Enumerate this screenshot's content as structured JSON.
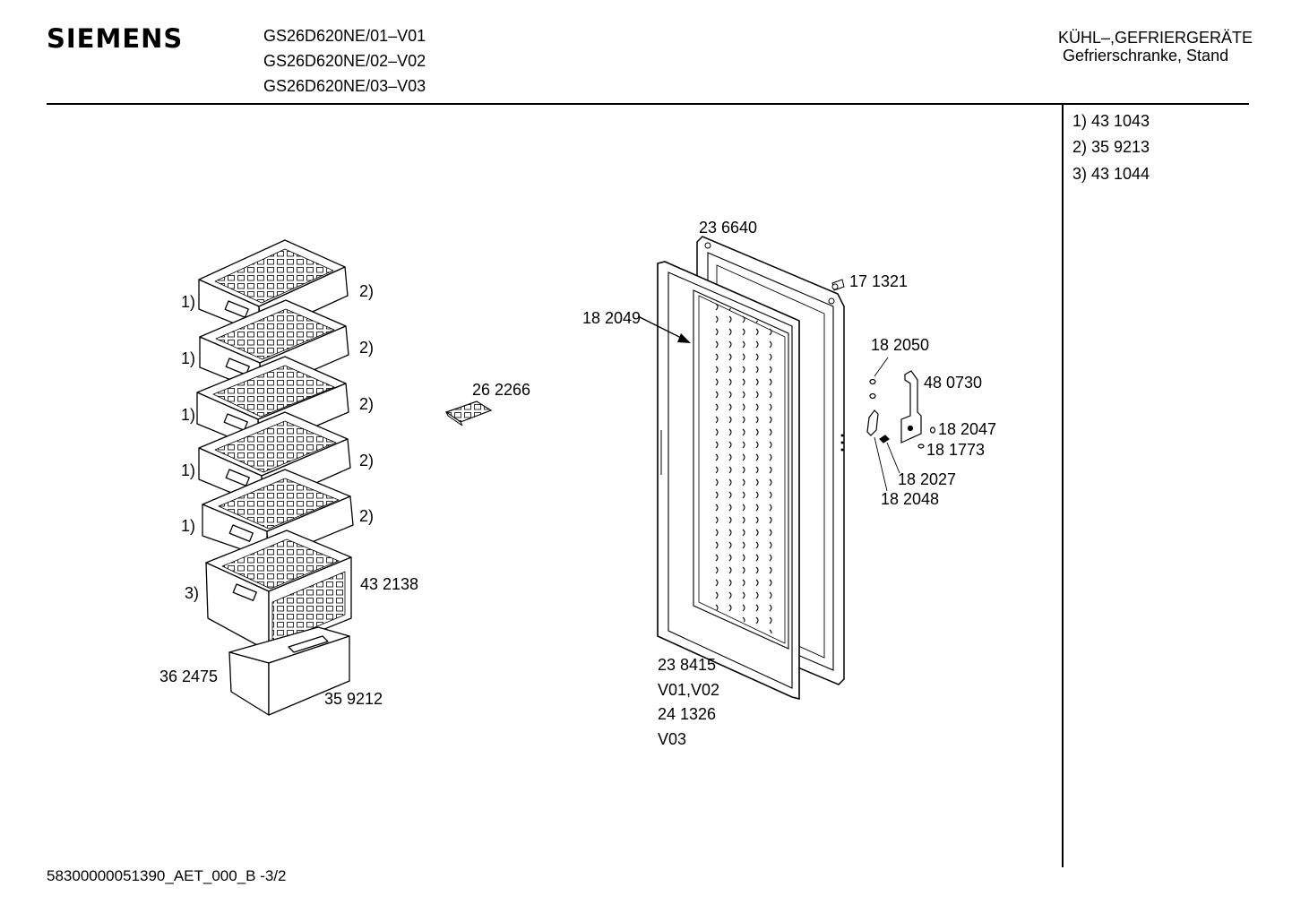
{
  "header": {
    "brand": "SIEMENS",
    "models": [
      "GS26D620NE/01–V01",
      "GS26D620NE/02–V02",
      "GS26D620NE/03–V03"
    ],
    "category": "KÜHL–,GEFRIERGERÄTE",
    "subcategory": "Gefrierschranke, Stand"
  },
  "notes": [
    "1)  43 1043",
    "2)  35 9213",
    "3)  43 1044"
  ],
  "labels": {
    "ref1": "1)",
    "ref2": "2)",
    "ref3": "3)",
    "p432138": "43 2138",
    "p362475": "36 2475",
    "p359212": "35 9212",
    "p262266": "26 2266",
    "p236640": "23 6640",
    "p171321": "17 1321",
    "p182049": "18 2049",
    "p182050": "18 2050",
    "p480730": "48 0730",
    "p182047": "18 2047",
    "p181773": "18 1773",
    "p182027": "18 2027",
    "p182048": "18 2048",
    "p238415": "23 8415",
    "v0102": "V01,V02",
    "p241326": "24 1326",
    "v03": "V03"
  },
  "footer": "58300000051390_AET_000_B   -3/2"
}
